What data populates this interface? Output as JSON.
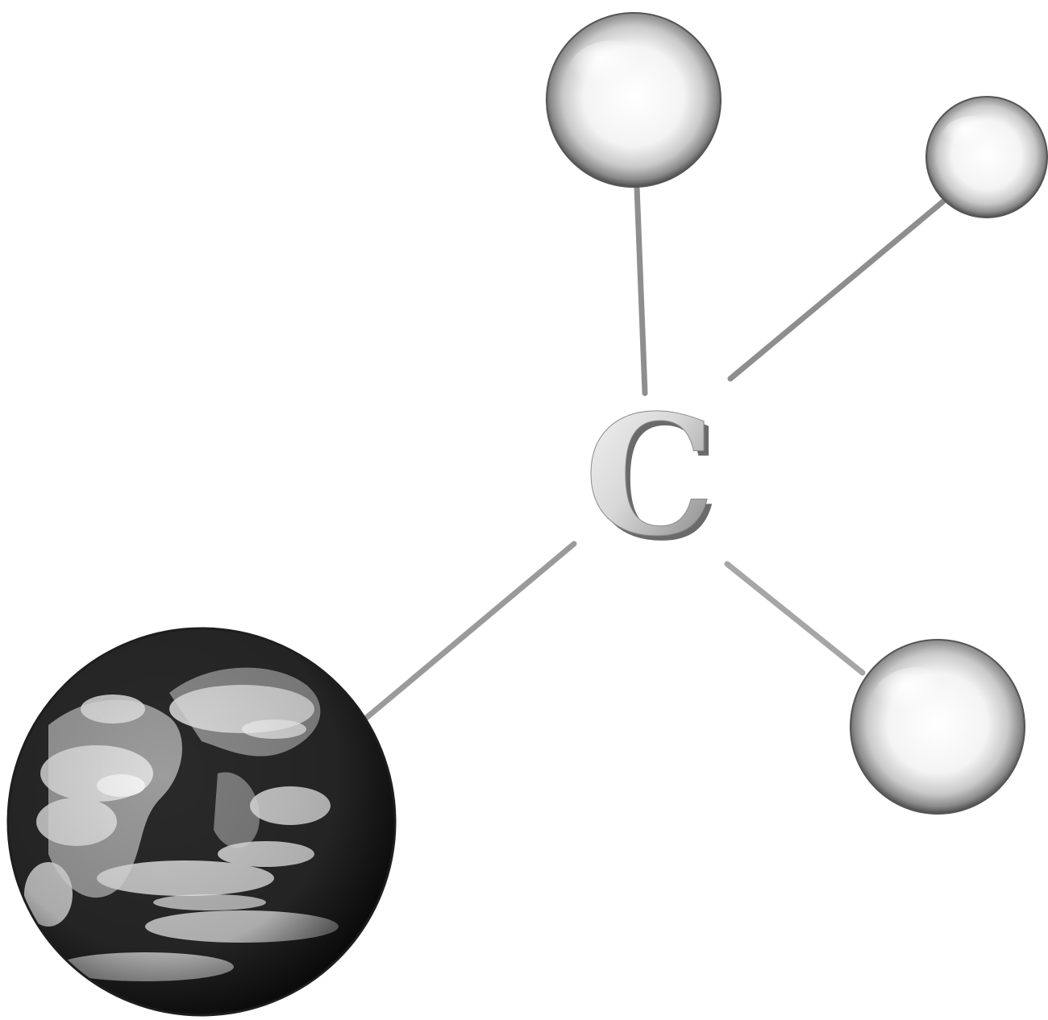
{
  "molecule": {
    "center_atom_label": "C",
    "colors": {
      "background": "#ffffff",
      "bond": "#9a9a9a",
      "sphere_highlight": "#ffffff",
      "sphere_edge": "#4a4a4a",
      "earth_ocean": "#1a1a1a",
      "earth_cloud": "#e8e8e8",
      "label_light": "#f2f2f2",
      "label_dark": "#6e6e6e"
    },
    "substituents": [
      {
        "name": "sphere-top",
        "kind": "sphere"
      },
      {
        "name": "sphere-upper-right",
        "kind": "sphere"
      },
      {
        "name": "sphere-lower-right",
        "kind": "sphere"
      },
      {
        "name": "earth-globe",
        "kind": "earth"
      }
    ]
  }
}
